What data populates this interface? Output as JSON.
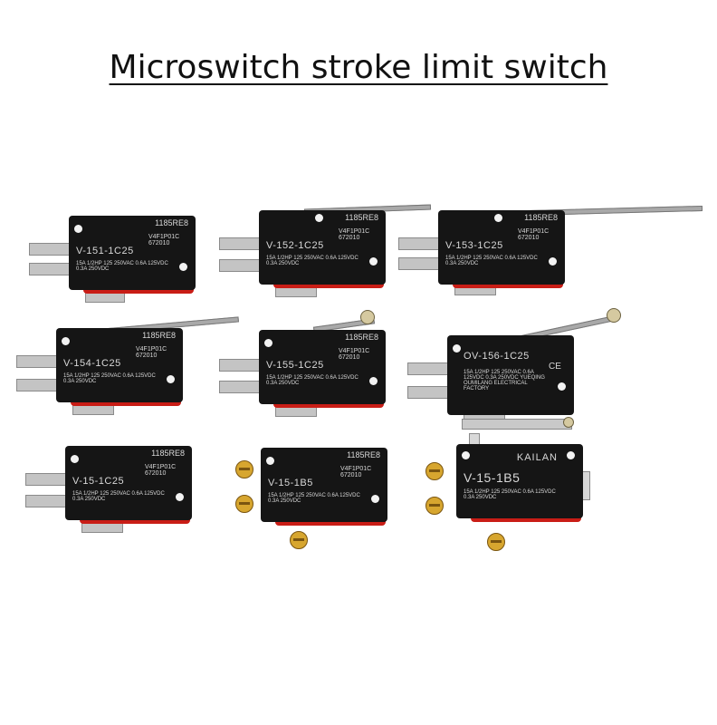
{
  "title": "Microswitch stroke limit switch",
  "switches": [
    {
      "code": "1185RE8",
      "cert": "V4F1P01C 672010",
      "model": "V-151-1C25",
      "rating": "15A 1/2HP 125 250VAC 0.6A 125VDC 0.3A 250VDC"
    },
    {
      "code": "1185RE8",
      "cert": "V4F1P01C 672010",
      "model": "V-152-1C25",
      "rating": "15A 1/2HP 125 250VAC 0.6A 125VDC 0.3A 250VDC"
    },
    {
      "code": "1185RE8",
      "cert": "V4F1P01C 672010",
      "model": "V-153-1C25",
      "rating": "15A 1/2HP 125 250VAC 0.6A 125VDC 0.3A 250VDC"
    },
    {
      "code": "1185RE8",
      "cert": "V4F1P01C 672010",
      "model": "V-154-1C25",
      "rating": "15A 1/2HP 125 250VAC 0.6A 125VDC 0.3A 250VDC"
    },
    {
      "code": "1185RE8",
      "cert": "V4F1P01C 672010",
      "model": "V-155-1C25",
      "rating": "15A 1/2HP 125 250VAC 0.6A 125VDC 0.3A 250VDC"
    },
    {
      "code": "",
      "cert": "CE",
      "model": "OV-156-1C25",
      "rating": "15A 1/2HP 125 250VAC 0.6A 125VDC 0.3A 250VDC YUEQING OUMILANG ELECTRICAL FACTORY"
    },
    {
      "code": "1185RE8",
      "cert": "V4F1P01C 672010",
      "model": "V-15-1C25",
      "rating": "15A 1/2HP 125 250VAC 0.6A 125VDC 0.3A 250VDC"
    },
    {
      "code": "1185RE8",
      "cert": "V4F1P01C 672010",
      "model": "V-15-1B5",
      "rating": "15A 1/2HP 125 250VAC 0.6A 125VDC 0.3A 250VDC"
    },
    {
      "code": "KAILAN",
      "cert": "",
      "model": "V-15-1B5",
      "rating": "15A 1/2HP 125 250VAC 0.6A 125VDC 0.3A 250VDC"
    }
  ]
}
